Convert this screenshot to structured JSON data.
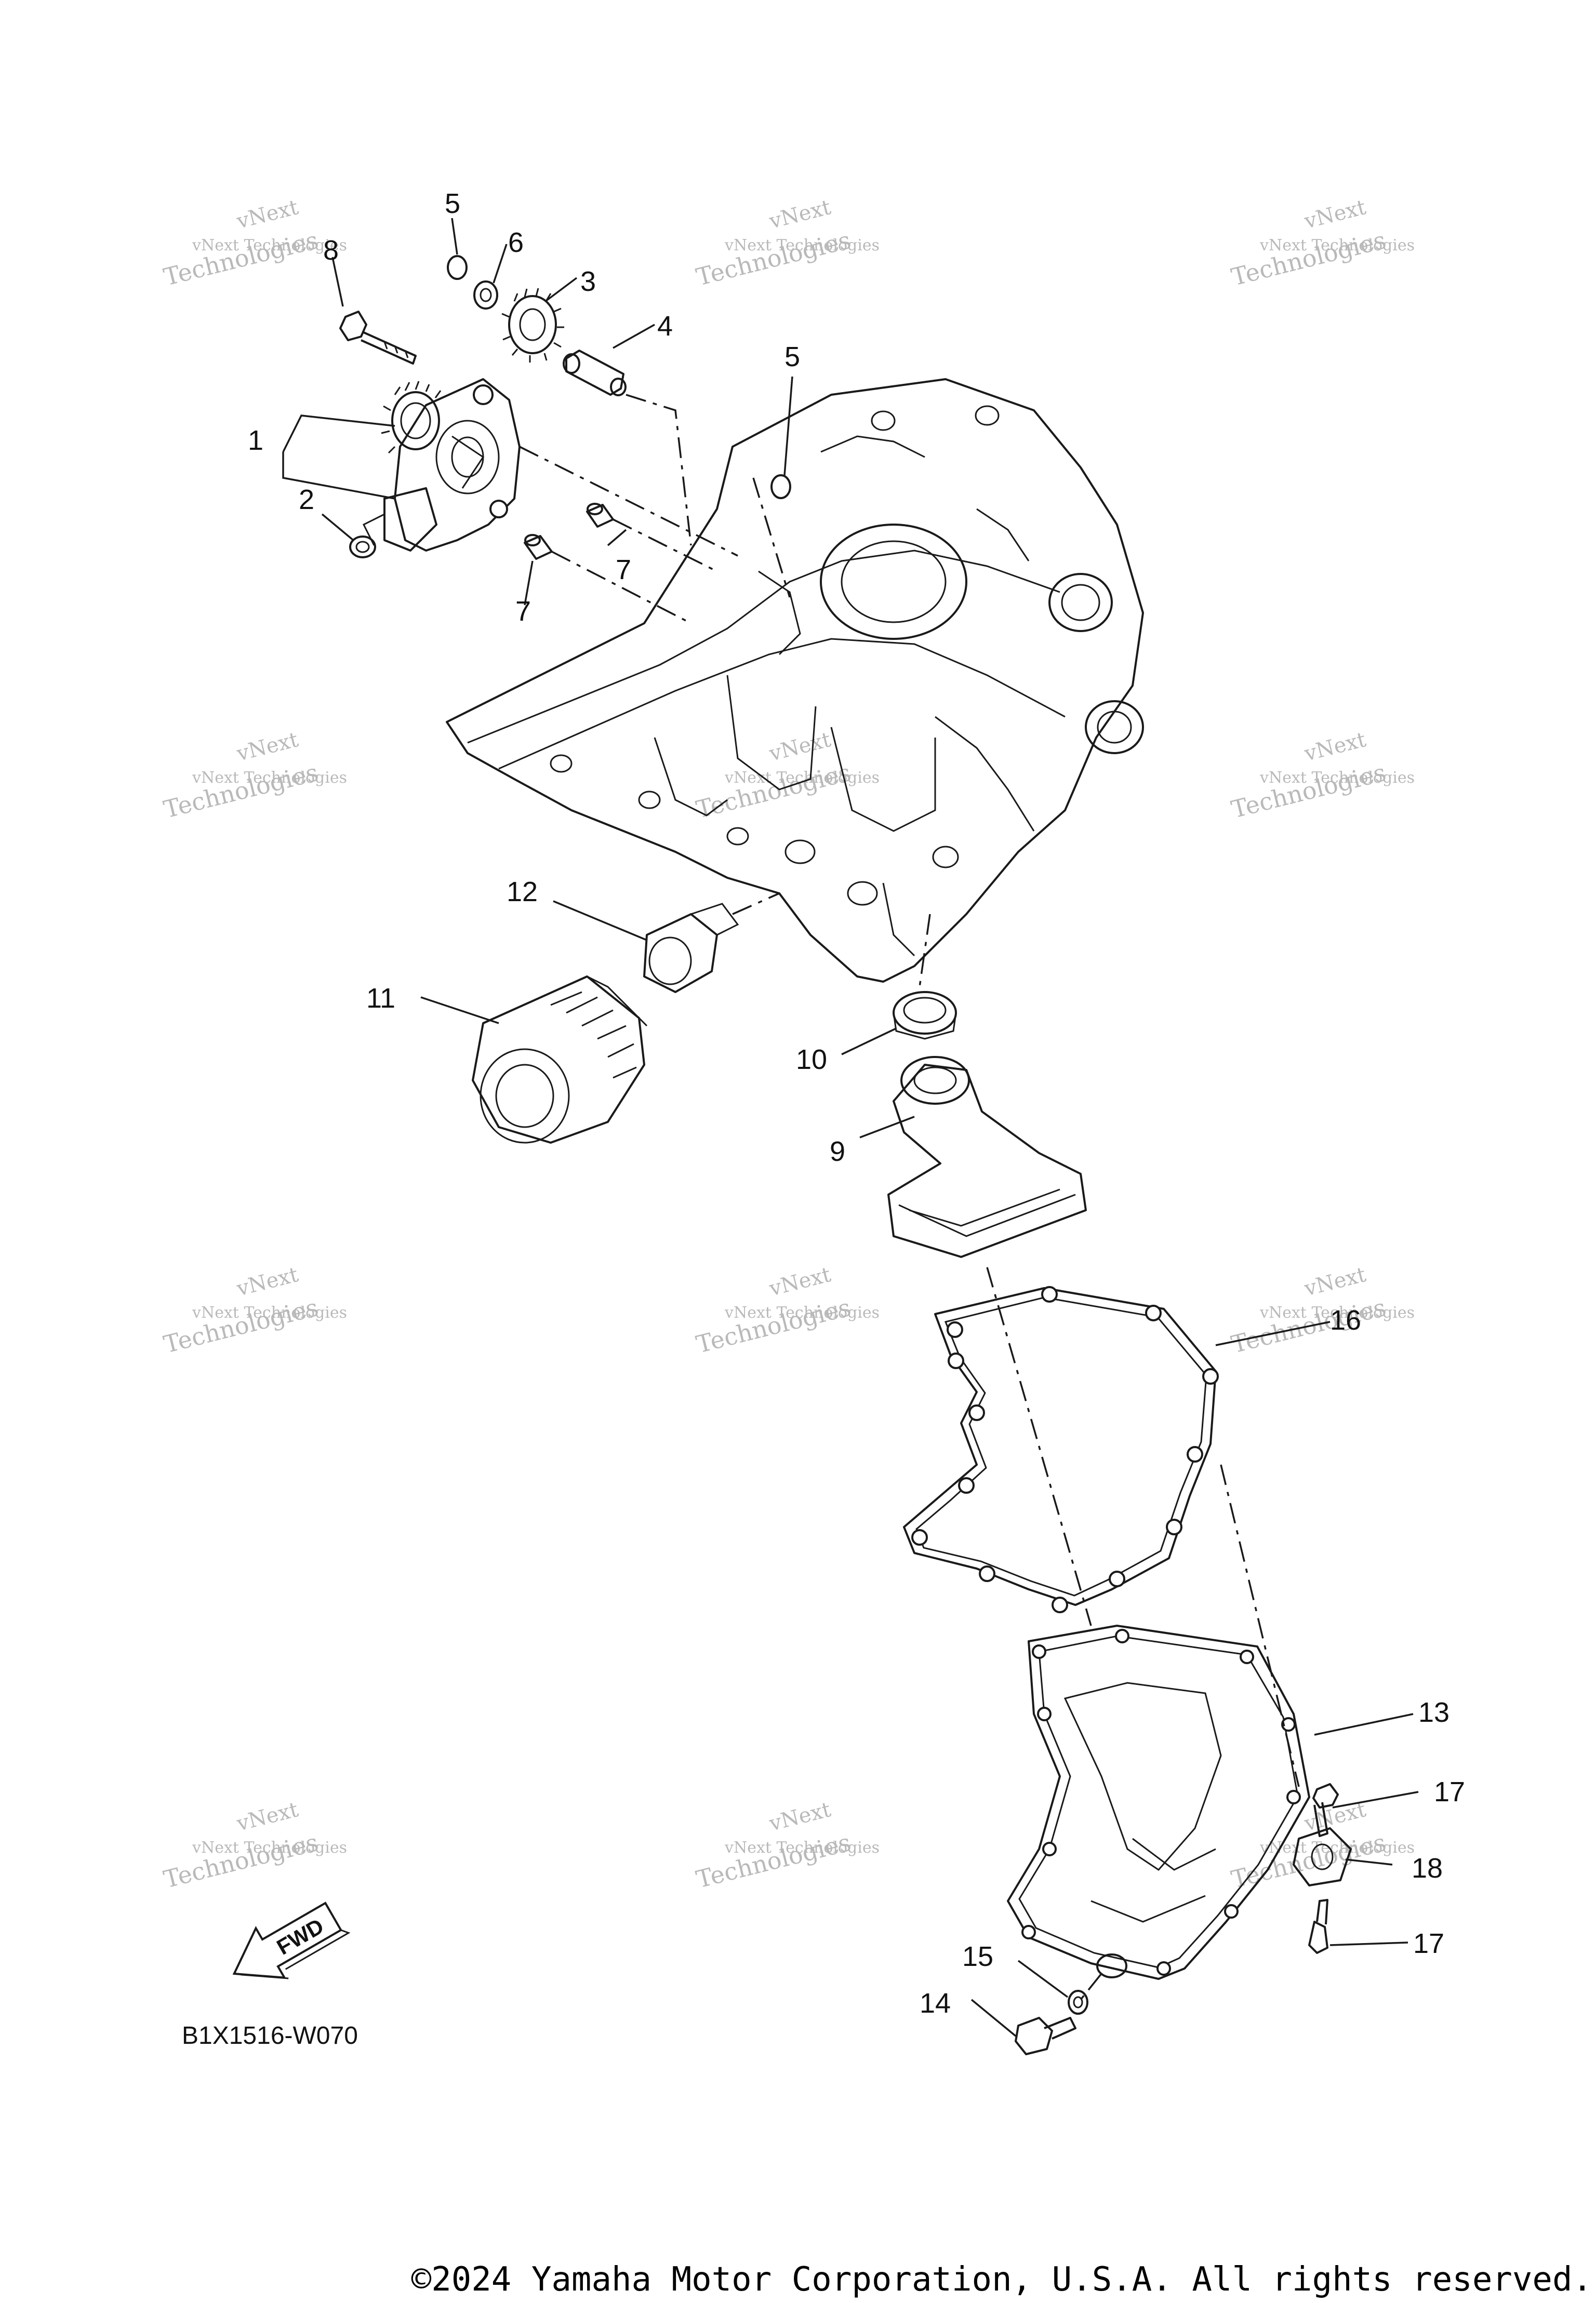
{
  "diagram": {
    "callouts": [
      "1",
      "2",
      "3",
      "4",
      "5",
      "5",
      "6",
      "7",
      "7",
      "8",
      "9",
      "10",
      "11",
      "12",
      "13",
      "14",
      "15",
      "16",
      "17",
      "17",
      "18"
    ],
    "diagram_code": "B1X1516-W070",
    "fwd_label": "FWD",
    "copyright": "©2024 Yamaha Motor Corporation, U.S.A. All rights reserved.",
    "watermark": {
      "line1": "vNext",
      "line2": "vNext Technologies",
      "line3": "Technologies"
    }
  }
}
